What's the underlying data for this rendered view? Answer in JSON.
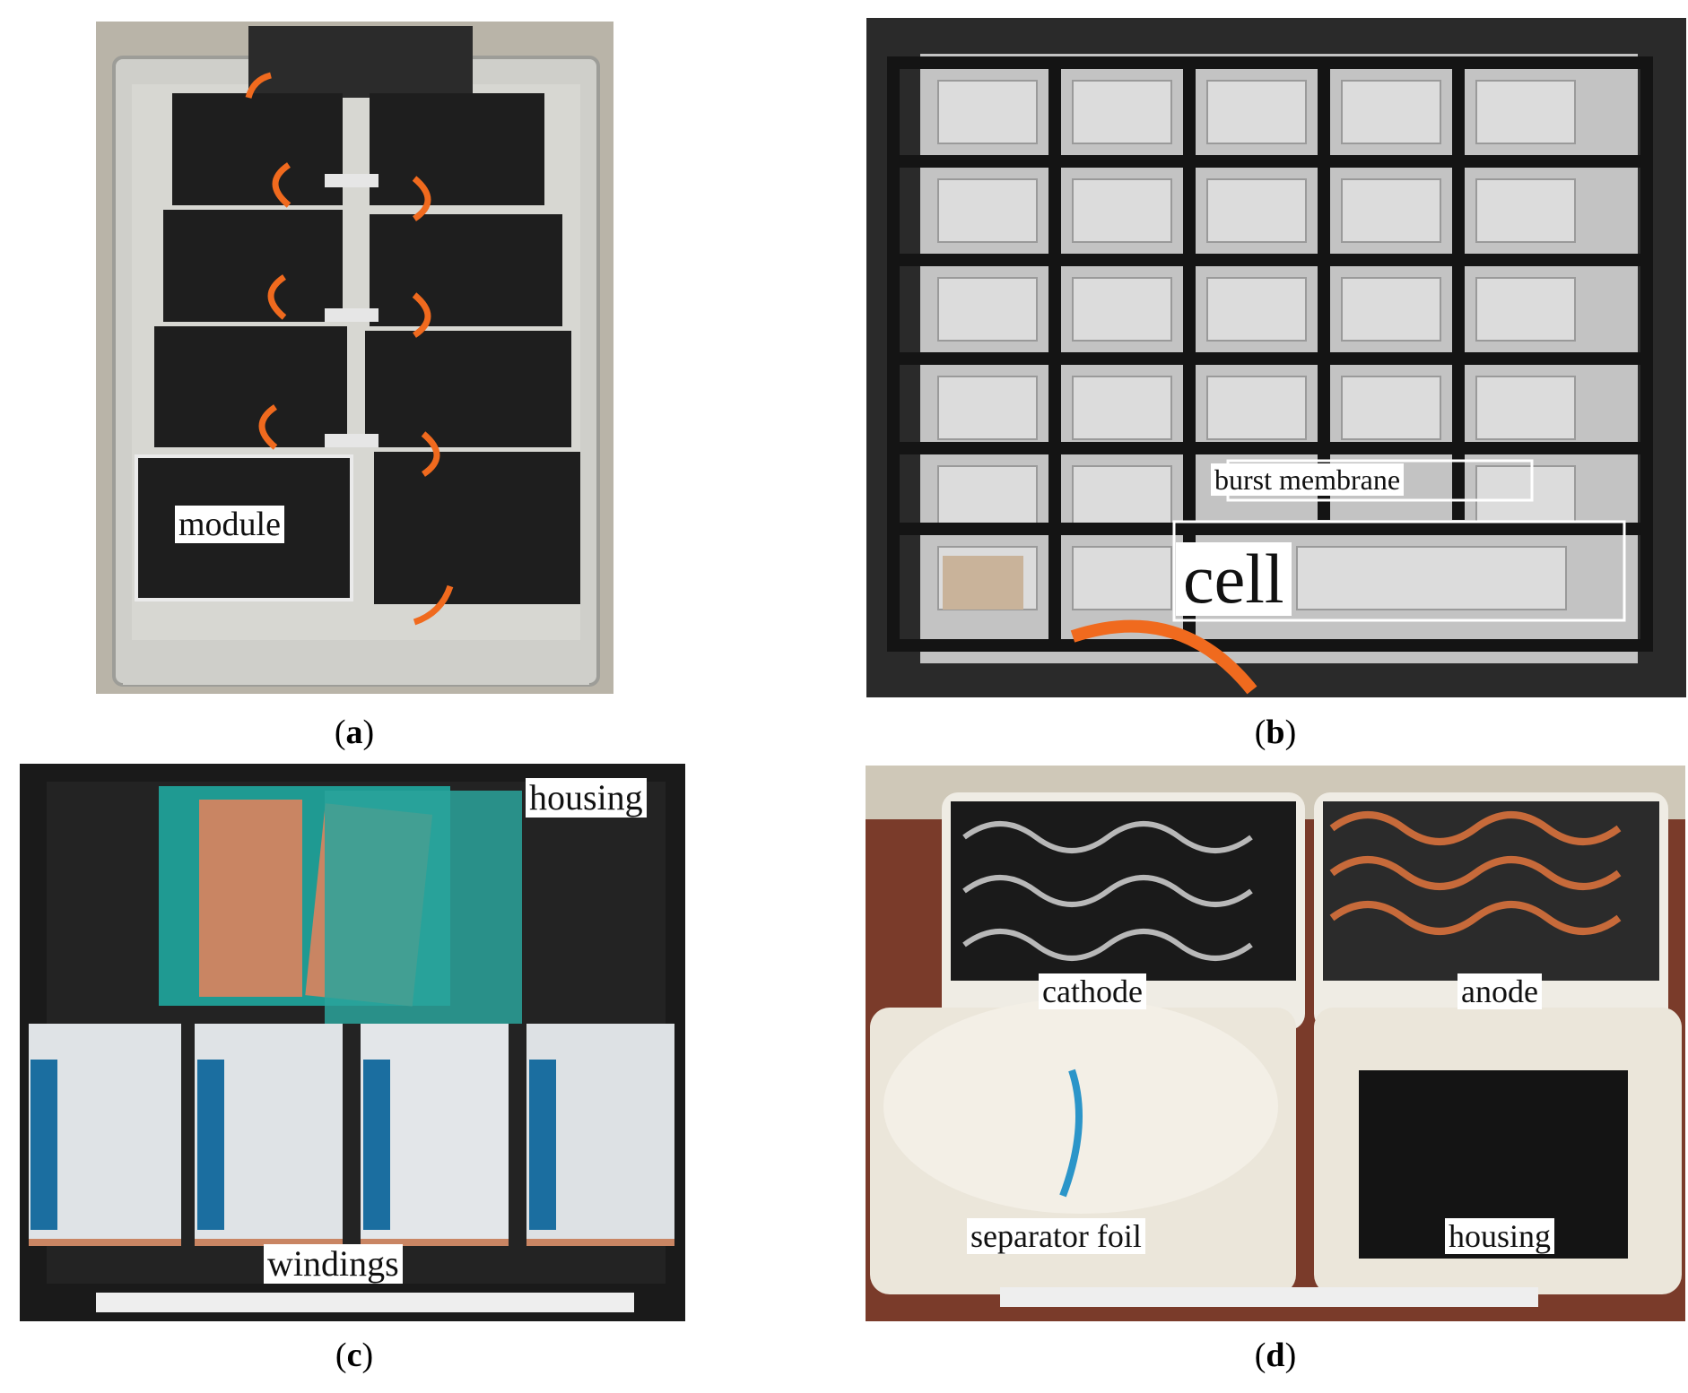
{
  "panels": {
    "a": {
      "caption_letter": "a",
      "labels": {
        "module": "module"
      }
    },
    "b": {
      "caption_letter": "b",
      "labels": {
        "burst_membrane": "burst membrane",
        "cell": "cell"
      }
    },
    "c": {
      "caption_letter": "c",
      "labels": {
        "housing": "housing",
        "windings": "windings"
      }
    },
    "d": {
      "caption_letter": "d",
      "labels": {
        "cathode": "cathode",
        "anode": "anode",
        "separator_foil": "separator foil",
        "housing": "housing"
      }
    }
  },
  "colors": {
    "module_black": "#1c1c1c",
    "frame_gray": "#c9c9c4",
    "cable_orange": "#f06a1e",
    "cell_silver": "#d6d6d6",
    "copper": "#c98563",
    "teal_film": "#1f9a92",
    "tray_black": "#1a1a1a"
  }
}
